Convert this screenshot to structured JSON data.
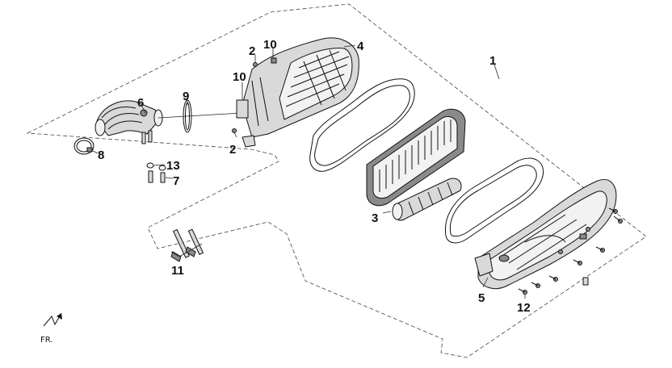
{
  "diagram": {
    "callouts": [
      "1",
      "2",
      "10",
      "4",
      "10",
      "6",
      "9",
      "2",
      "8",
      "13",
      "7",
      "3",
      "11",
      "5",
      "12"
    ],
    "direction_label": "FR."
  }
}
